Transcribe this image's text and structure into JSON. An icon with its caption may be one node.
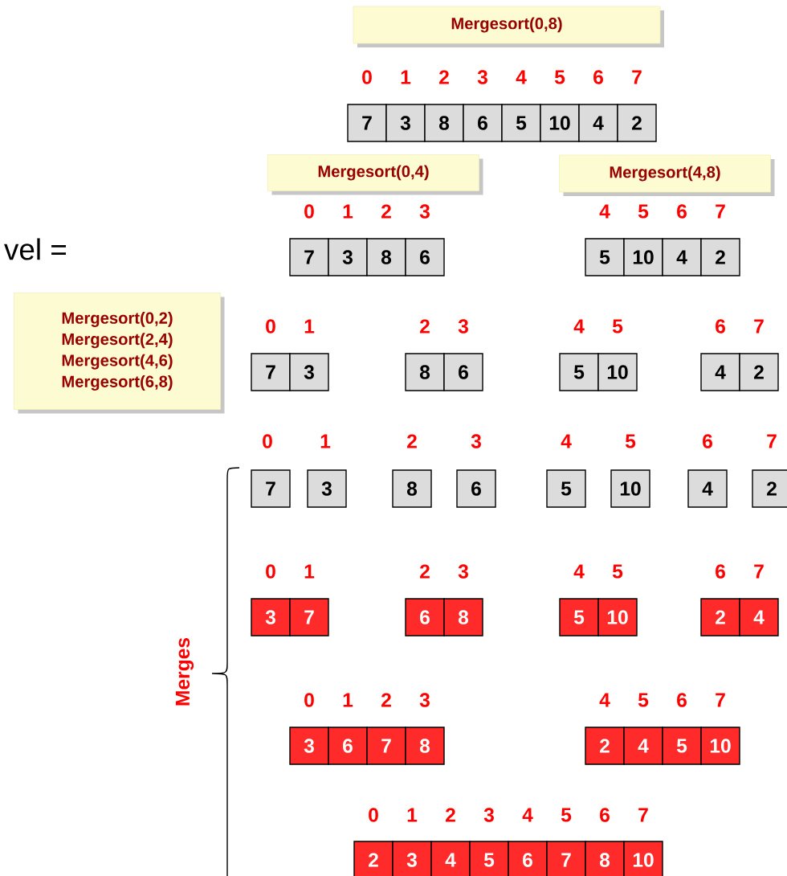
{
  "diagram": {
    "nodes": [
      {
        "text": [
          "Mergesort(0,8)"
        ]
      },
      {
        "text": [
          "7"
        ]
      },
      {
        "text": [
          "3"
        ]
      },
      {
        "text": [
          "8"
        ]
      },
      {
        "text": [
          "6"
        ]
      },
      {
        "text": [
          "5"
        ]
      },
      {
        "text": [
          "10"
        ]
      },
      {
        "text": [
          "4"
        ]
      },
      {
        "text": [
          "2"
        ]
      },
      {
        "text": [
          "Mergesort(0,4)"
        ]
      },
      {
        "text": [
          "Mergesort(4,8)"
        ]
      },
      {
        "text": [
          "7"
        ]
      },
      {
        "text": [
          "3"
        ]
      },
      {
        "text": [
          "8"
        ]
      },
      {
        "text": [
          "6"
        ]
      },
      {
        "text": [
          "5"
        ]
      },
      {
        "text": [
          "10"
        ]
      },
      {
        "text": [
          "4"
        ]
      },
      {
        "text": [
          "2"
        ]
      },
      {
        "text": [
          "Mergesort(0,2)",
          "Mergesort(2,4)",
          "Mergesort(4,6)",
          "Mergesort(6,8)"
        ]
      },
      {
        "text": [
          "7"
        ]
      },
      {
        "text": [
          "3"
        ]
      },
      {
        "text": [
          "8"
        ]
      },
      {
        "text": [
          "6"
        ]
      },
      {
        "text": [
          "5"
        ]
      },
      {
        "text": [
          "10"
        ]
      },
      {
        "text": [
          "4"
        ]
      },
      {
        "text": [
          "2"
        ]
      },
      {
        "text": [
          "7"
        ]
      },
      {
        "text": [
          "3"
        ]
      },
      {
        "text": [
          "8"
        ]
      },
      {
        "text": [
          "6"
        ]
      },
      {
        "text": [
          "5"
        ]
      },
      {
        "text": [
          "10"
        ]
      },
      {
        "text": [
          "4"
        ]
      },
      {
        "text": [
          "2"
        ]
      },
      {
        "text": [
          "3"
        ]
      },
      {
        "text": [
          "7"
        ]
      },
      {
        "text": [
          "6"
        ]
      },
      {
        "text": [
          "8"
        ]
      },
      {
        "text": [
          "5"
        ]
      },
      {
        "text": [
          "10"
        ]
      },
      {
        "text": [
          "2"
        ]
      },
      {
        "text": [
          "4"
        ]
      },
      {
        "text": [
          "3"
        ]
      },
      {
        "text": [
          "6"
        ]
      },
      {
        "text": [
          "7"
        ]
      },
      {
        "text": [
          "8"
        ]
      },
      {
        "text": [
          "2"
        ]
      },
      {
        "text": [
          "4"
        ]
      },
      {
        "text": [
          "5"
        ]
      },
      {
        "text": [
          "10"
        ]
      },
      {
        "text": [
          "2"
        ]
      },
      {
        "text": [
          "3"
        ]
      },
      {
        "text": [
          "4"
        ]
      },
      {
        "text": [
          "5"
        ]
      },
      {
        "text": [
          "6"
        ]
      },
      {
        "text": [
          "7"
        ]
      },
      {
        "text": [
          "8"
        ]
      },
      {
        "text": [
          "10"
        ]
      }
    ],
    "labels": [
      "0",
      "1",
      "2",
      "3",
      "4",
      "5",
      "6",
      "7",
      "0",
      "1",
      "2",
      "3",
      "4",
      "5",
      "6",
      "7",
      "vel =",
      "0",
      "1",
      "2",
      "3",
      "4",
      "5",
      "6",
      "7",
      "0",
      "1",
      "2",
      "3",
      "4",
      "5",
      "6",
      "7",
      "0",
      "1",
      "2",
      "3",
      "4",
      "5",
      "6",
      "7",
      "0",
      "1",
      "2",
      "3",
      "4",
      "5",
      "6",
      "7",
      "0",
      "1",
      "2",
      "3",
      "4",
      "5",
      "6",
      "7",
      "Merges"
    ]
  }
}
